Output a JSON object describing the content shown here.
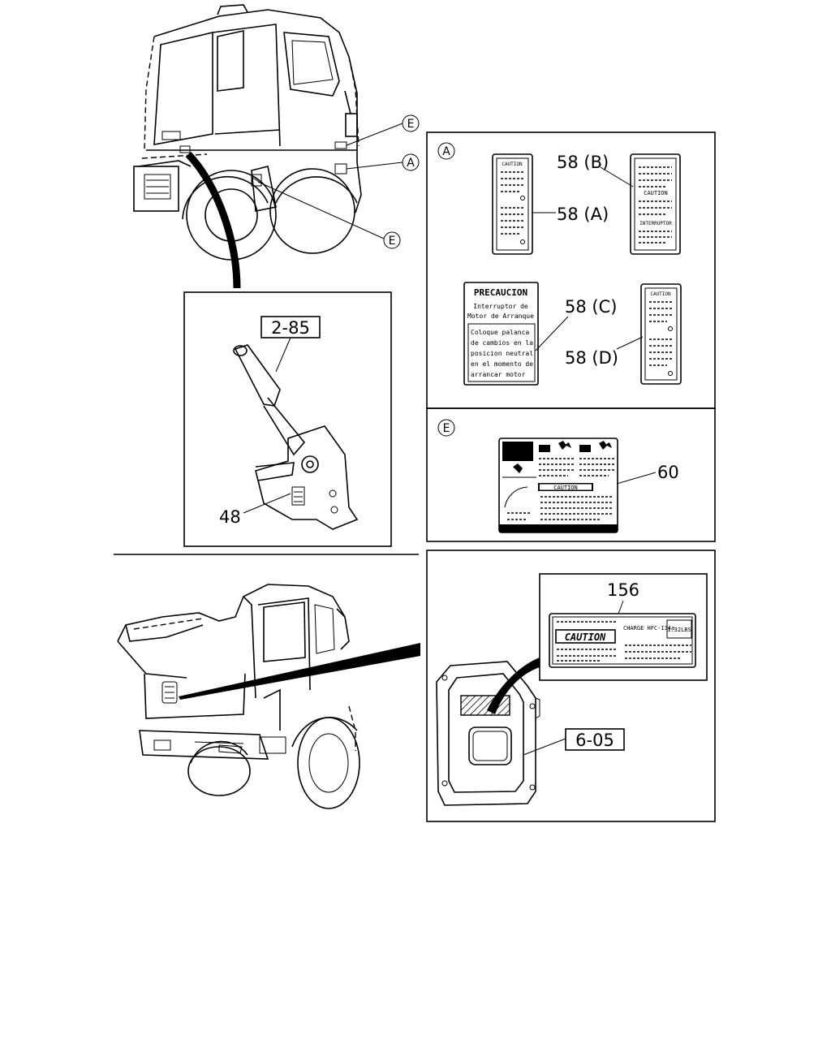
{
  "callouts": {
    "upper_e": "E",
    "upper_a": "A",
    "lower_e": "E"
  },
  "detail_brake": {
    "part_ref": "2-85",
    "label_number": "48"
  },
  "panel_a": {
    "letter": "A",
    "label_58a": "58 (A)",
    "label_58b": "58 (B)",
    "label_58c": "58 (C)",
    "label_58d": "58 (D)",
    "decal_a_header": "CAUTION",
    "decal_b_header": "CAUTION",
    "decal_b_subheader": "INTERRUPTOR",
    "decal_d_header": "CAUTION",
    "decal_c": {
      "title": "PRECAUCION",
      "line1": "Interruptor de",
      "line2": "Motor de Arranque",
      "body1": "Coloque palanca",
      "body2": "de cambios en la",
      "body3": "posicion neutral",
      "body4": "en el momento de",
      "body5": "arrancar motor"
    }
  },
  "panel_e": {
    "letter": "E",
    "label_number": "60",
    "caution_text": "CAUTION"
  },
  "panel_lower": {
    "label_number": "156",
    "part_ref": "6-05",
    "decal_caution": "CAUTION",
    "decal_text": "CHARGE HFC-134a",
    "decal_amount": "1.32LBS"
  }
}
